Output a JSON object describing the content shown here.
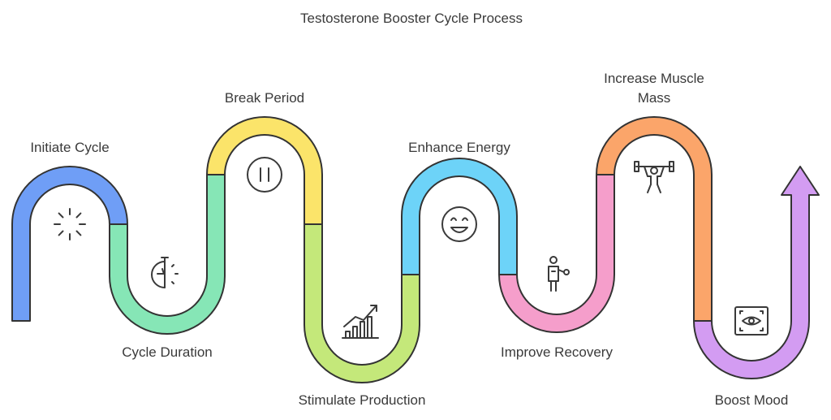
{
  "title": "Testosterone Booster Cycle Process",
  "steps": [
    {
      "label": "Initiate Cycle",
      "color": "#6f9ef6",
      "icon": "loading-spinner-icon"
    },
    {
      "label": "Cycle Duration",
      "color": "#86e6b6",
      "icon": "stopwatch-icon"
    },
    {
      "label": "Break Period",
      "color": "#fbe46a",
      "icon": "pause-icon"
    },
    {
      "label": "Stimulate Production",
      "color": "#c4e87a",
      "icon": "rising-bar-chart-icon"
    },
    {
      "label": "Enhance Energy",
      "color": "#6dd3f8",
      "icon": "smiling-face-icon"
    },
    {
      "label": "Improve Recovery",
      "color": "#f59ecb",
      "icon": "person-icon"
    },
    {
      "label": "Increase Muscle Mass",
      "label_lines": [
        "Increase Muscle",
        "Mass"
      ],
      "color": "#fba56a",
      "icon": "weightlifter-icon"
    },
    {
      "label": "Boost Mood",
      "color": "#d39cf2",
      "icon": "eye-scan-icon"
    }
  ]
}
